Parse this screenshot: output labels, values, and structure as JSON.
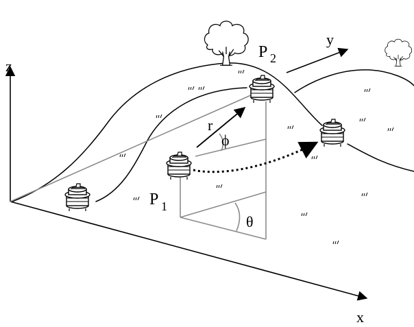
{
  "axes": {
    "x_label": "x",
    "y_label": "y",
    "z_label": "z"
  },
  "points": {
    "p1": {
      "letter": "P",
      "subscript": "1"
    },
    "p2": {
      "letter": "P",
      "subscript": "2"
    }
  },
  "vector_label": "r",
  "angles": {
    "elevation": "ϕ",
    "azimuth": "θ"
  },
  "icons": [
    "tree-icon",
    "robot-icon",
    "grass-tuft-icon"
  ],
  "colors": {
    "ink": "#000000",
    "construction_lines": "#8a8a8a",
    "background": "#ffffff"
  }
}
